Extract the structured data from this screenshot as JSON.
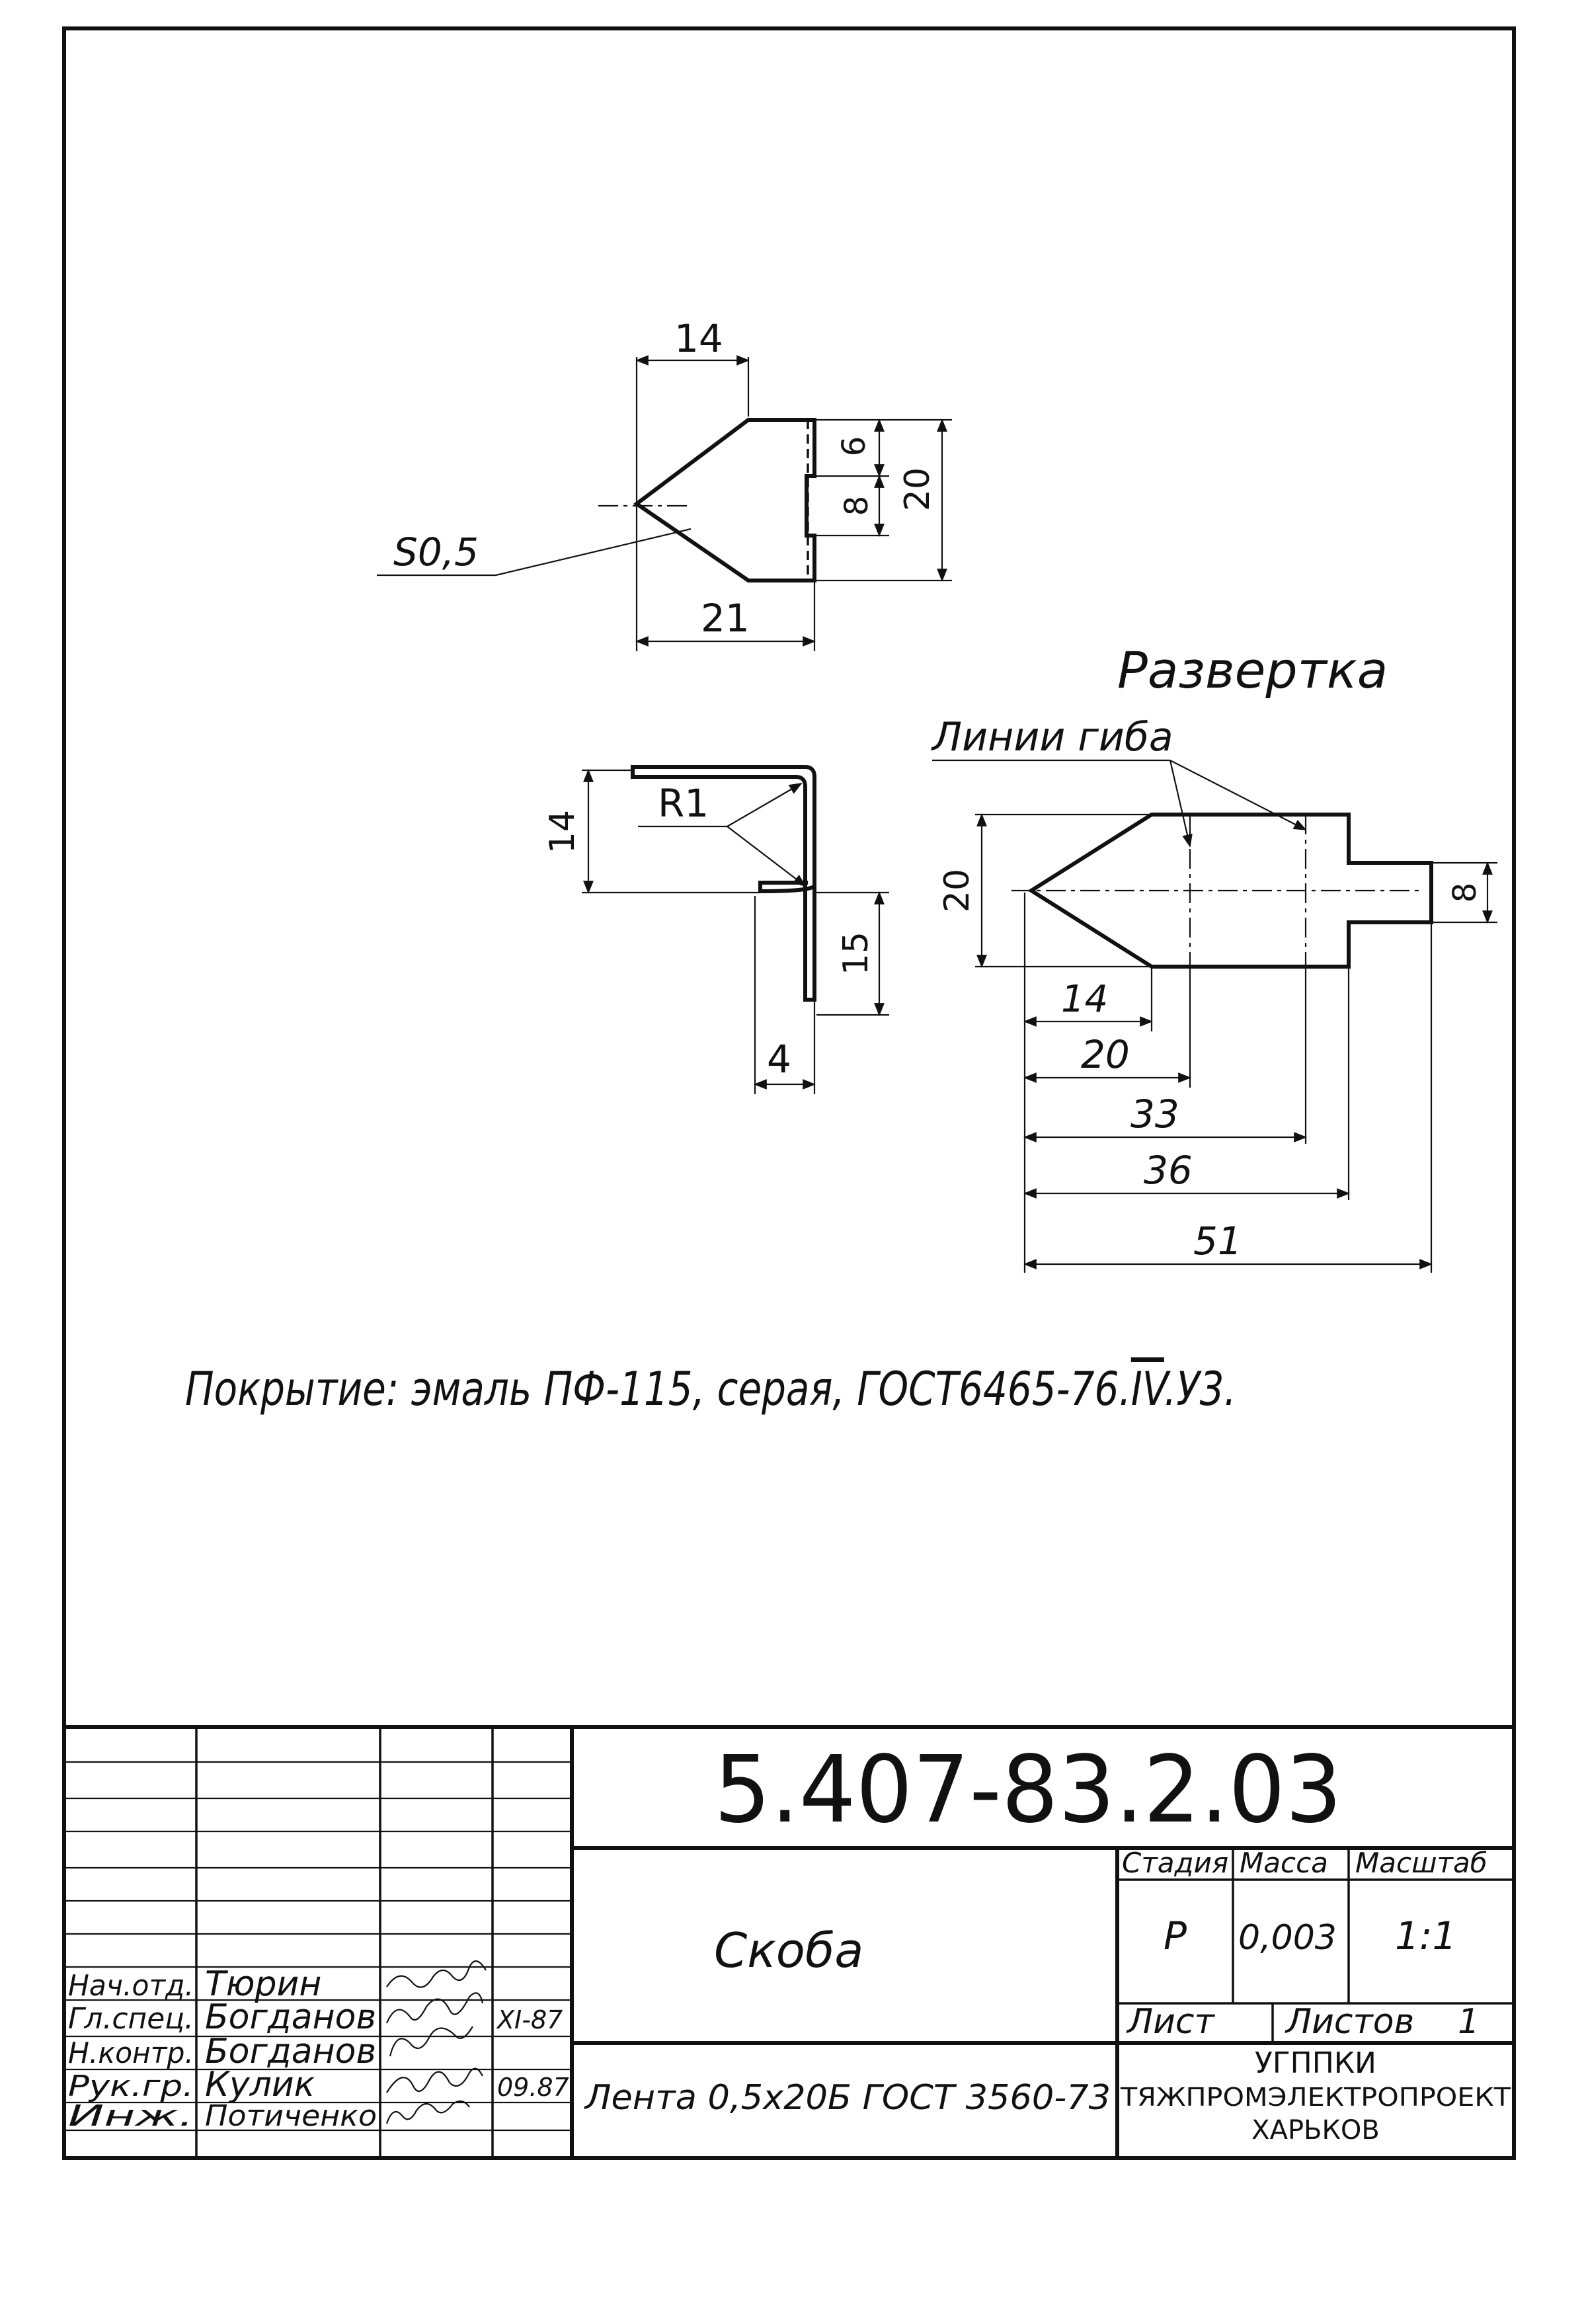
{
  "drawing": {
    "top_view": {
      "dims": {
        "width_top": "14",
        "slot_h": "6",
        "gap": "8",
        "height": "20",
        "length": "21"
      },
      "thickness_label": "S0,5"
    },
    "side_view": {
      "radius_label": "R1",
      "dims": {
        "upper": "14",
        "lower": "15",
        "offset": "4"
      }
    },
    "development": {
      "title": "Развертка",
      "bend_lines_label": "Линии гиба",
      "dims": {
        "height": "20",
        "tab": "8",
        "d1": "14",
        "d2": "20",
        "d3": "33",
        "d4": "36",
        "d5": "51"
      }
    },
    "coating_note": "Покрытие: эмаль ПФ-115, серая, ГОСТ6465-76.",
    "coating_note_class": "IV",
    "coating_note_suffix": ".У3."
  },
  "title_block": {
    "designation": "5.407-83.2.03",
    "part_name": "Скоба",
    "material": "Лента 0,5х20Б ГОСТ 3560-73",
    "headers": {
      "stage": "Стадия",
      "mass": "Масса",
      "scale": "Масштаб"
    },
    "values": {
      "stage": "Р",
      "mass": "0,003",
      "scale": "1:1"
    },
    "sheet_label": "Лист",
    "sheets_label": "Листов",
    "sheets_count": "1",
    "organization": [
      "УГППКИ",
      "ТЯЖПРОМЭЛЕКТРОПРОЕКТ",
      "ХАРЬКОВ"
    ],
    "signatures": [
      {
        "role": "Нач.отд.",
        "name": "Тюрин",
        "date": ""
      },
      {
        "role": "Гл.спец.",
        "name": "Богданов",
        "date": "XI-87"
      },
      {
        "role": "Н.контр.",
        "name": "Богданов",
        "date": ""
      },
      {
        "role": "Рук.гр.",
        "name": "Кулик",
        "date": "09.87"
      },
      {
        "role": "Инж.",
        "name": "Потиченко",
        "date": ""
      }
    ]
  }
}
